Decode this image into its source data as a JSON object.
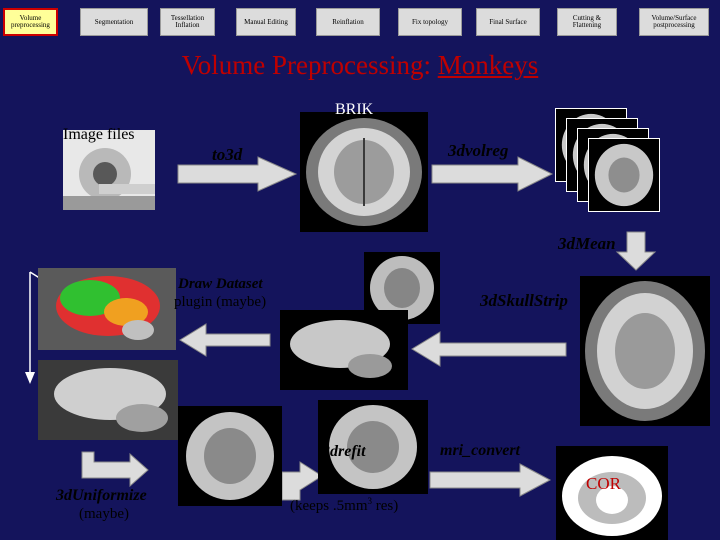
{
  "nav": [
    {
      "label": "Volume preprocessing",
      "active": true
    },
    {
      "label": "Segmentation",
      "active": false
    },
    {
      "label": "Tessellation Inflation",
      "active": false
    },
    {
      "label": "Manual Editing",
      "active": false
    },
    {
      "label": "Reinflation",
      "active": false
    },
    {
      "label": "Fix topology",
      "active": false
    },
    {
      "label": "Final Surface",
      "active": false
    },
    {
      "label": "Cutting & Flattening",
      "active": false
    },
    {
      "label": "Volume/Surface postprocessing",
      "active": false
    }
  ],
  "title": {
    "prefix": "Volume Preprocessing: ",
    "subject": "Monkeys"
  },
  "labels": {
    "image_files": "Image files",
    "to3d": "to3d",
    "brik": "BRIK",
    "volreg": "3dvolreg",
    "mean": "3dMean",
    "skullstrip": "3dSkullStrip",
    "draw_dataset": "Draw Dataset",
    "plugin": "plugin (maybe)",
    "refit": "3drefit",
    "keeps_prefix": "(keeps .5mm",
    "keeps_sup": "3",
    "keeps_suffix": " res)",
    "mri_convert": "mri_convert",
    "cor": "COR",
    "uniformize": "3dUniformize",
    "maybe": "(maybe)"
  },
  "colors": {
    "background": "#14145c",
    "title": "#c00000",
    "nav_active_fill": "#ffff99",
    "nav_active_border": "#cc0000",
    "arrow_fill": "#dcdcdc"
  }
}
